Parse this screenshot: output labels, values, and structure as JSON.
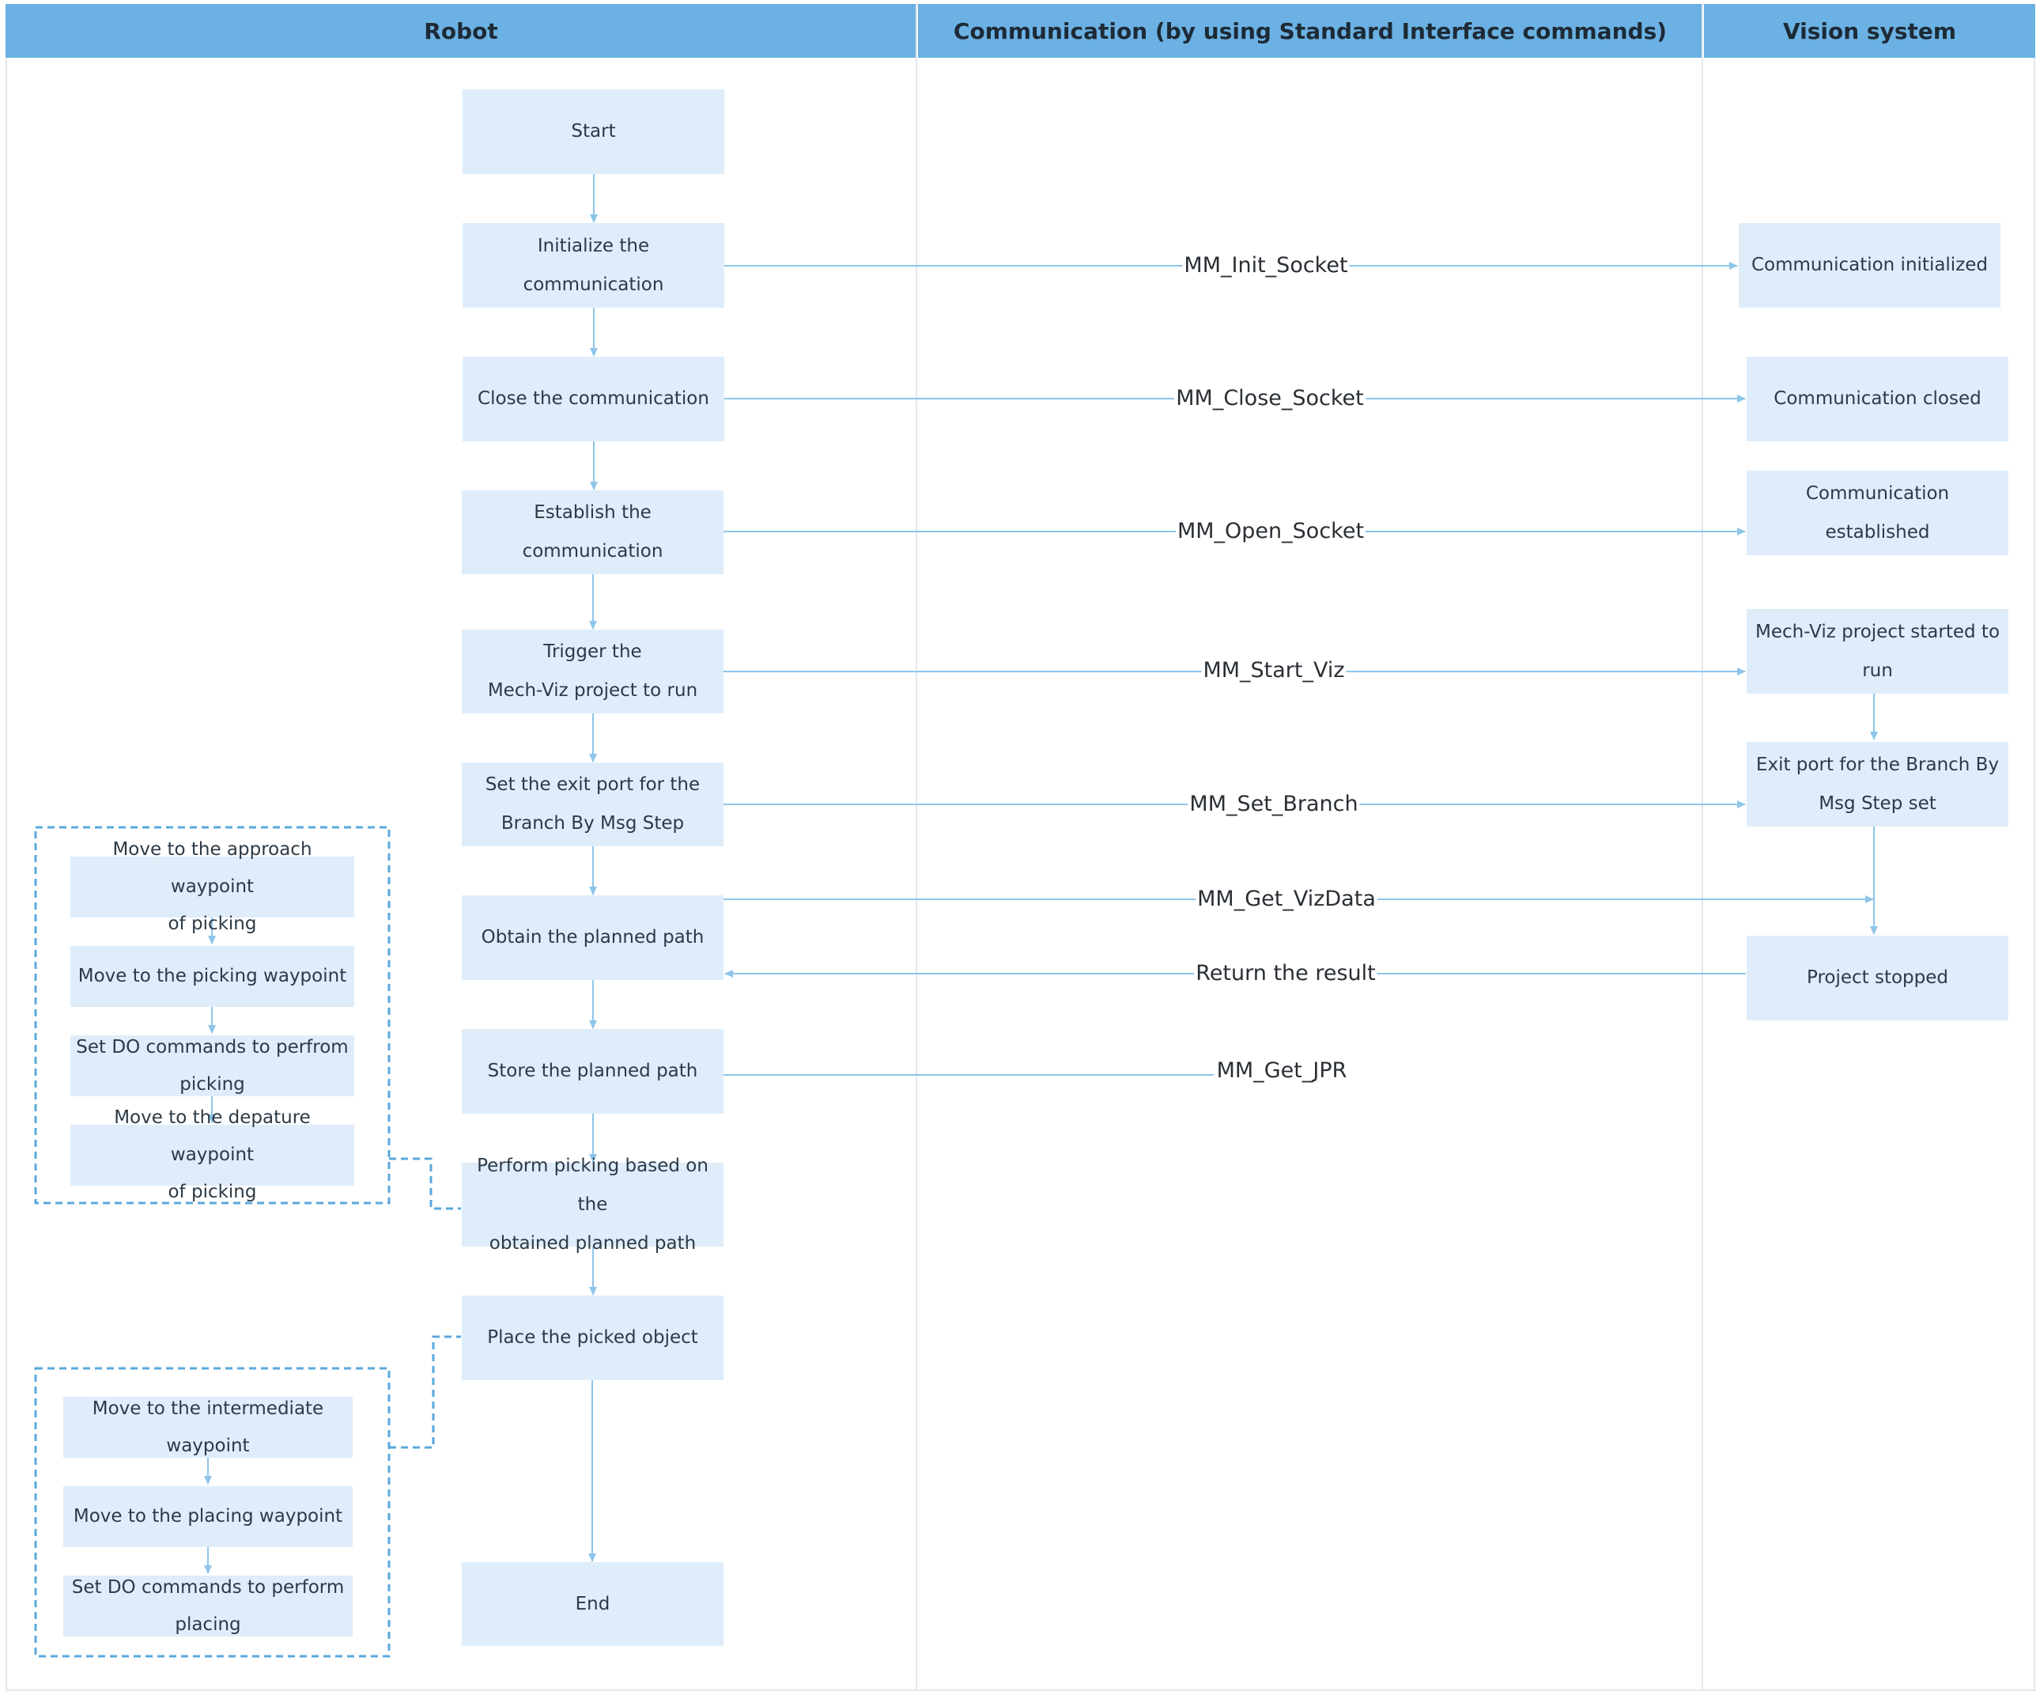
{
  "columns": {
    "robot": "Robot",
    "communication": "Communication (by using Standard Interface commands)",
    "vision": "Vision system"
  },
  "robot_steps": {
    "start": "Start",
    "init": "Initialize the communication",
    "close": "Close the communication",
    "establish": "Establish the communication",
    "trigger_line1": "Trigger the",
    "trigger_line2": "Mech-Viz project to run",
    "set_exit_line1": "Set the exit port for the",
    "set_exit_line2": "Branch By Msg Step",
    "obtain": "Obtain the planned path",
    "store": "Store the planned path",
    "perform_line1": "Perform picking based on the",
    "perform_line2": "obtained planned path",
    "place": "Place the picked object",
    "end": "End"
  },
  "picking_substeps": {
    "approach_line1": "Move to the approach waypoint",
    "approach_line2": "of picking",
    "pick_wp": "Move to the picking waypoint",
    "set_do_line1": "Set DO commands to perfrom",
    "set_do_line2": "picking",
    "depart_line1": "Move to the depature waypoint",
    "depart_line2": "of picking"
  },
  "placing_substeps": {
    "intermediate_line1": "Move to the intermediate",
    "intermediate_line2": "waypoint",
    "place_wp": "Move to the placing waypoint",
    "set_do_line1": "Set DO commands to perform",
    "set_do_line2": "placing"
  },
  "vision_steps": {
    "initialized": "Communication initialized",
    "closed": "Communication closed",
    "established": "Communication established",
    "started_line1": "Mech-Viz project started to",
    "started_line2": "run",
    "exit_set_line1": "Exit port for the Branch By",
    "exit_set_line2": "Msg Step set",
    "stopped": "Project stopped"
  },
  "commands": {
    "init": "MM_Init_Socket",
    "close": "MM_Close_Socket",
    "open": "MM_Open_Socket",
    "start": "MM_Start_Viz",
    "branch": "MM_Set_Branch",
    "vizdata": "MM_Get_VizData",
    "result": "Return the result",
    "jpr": "MM_Get_JPR"
  },
  "colors": {
    "header": "#6bb1e3",
    "box_fill": "#deedf9",
    "connector": "#8ec5ea",
    "dashed_group": "#5aa8dd"
  }
}
